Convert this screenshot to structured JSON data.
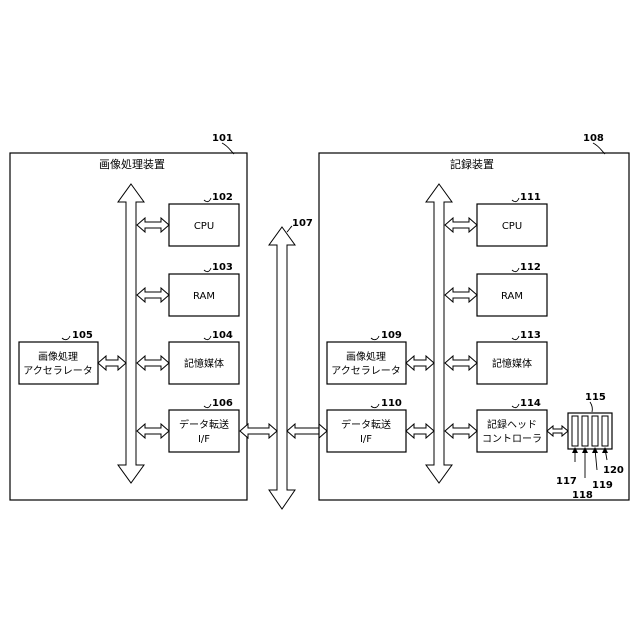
{
  "device1": {
    "ref": "101",
    "title": "画像処理装置",
    "cpu": {
      "ref": "102",
      "label": "CPU"
    },
    "ram": {
      "ref": "103",
      "label": "RAM"
    },
    "storage": {
      "ref": "104",
      "label": "記憶媒体"
    },
    "transfer": {
      "ref": "106",
      "label_line1": "データ転送",
      "label_line2": "I/F"
    },
    "accel": {
      "ref": "105",
      "label_line1": "画像処理",
      "label_line2": "アクセラレータ"
    }
  },
  "bus": {
    "ref": "107"
  },
  "device2": {
    "ref": "108",
    "title": "記録装置",
    "cpu": {
      "ref": "111",
      "label": "CPU"
    },
    "ram": {
      "ref": "112",
      "label": "RAM"
    },
    "storage": {
      "ref": "113",
      "label": "記憶媒体"
    },
    "head_ctrl": {
      "ref": "114",
      "label_line1": "記録ヘッド",
      "label_line2": "コントローラ"
    },
    "accel": {
      "ref": "109",
      "label_line1": "画像処理",
      "label_line2": "アクセラレータ"
    },
    "transfer": {
      "ref": "110",
      "label_line1": "データ転送",
      "label_line2": "I/F"
    },
    "head": {
      "ref": "115",
      "nozzle_refs": [
        "117",
        "118",
        "119",
        "120"
      ]
    }
  }
}
